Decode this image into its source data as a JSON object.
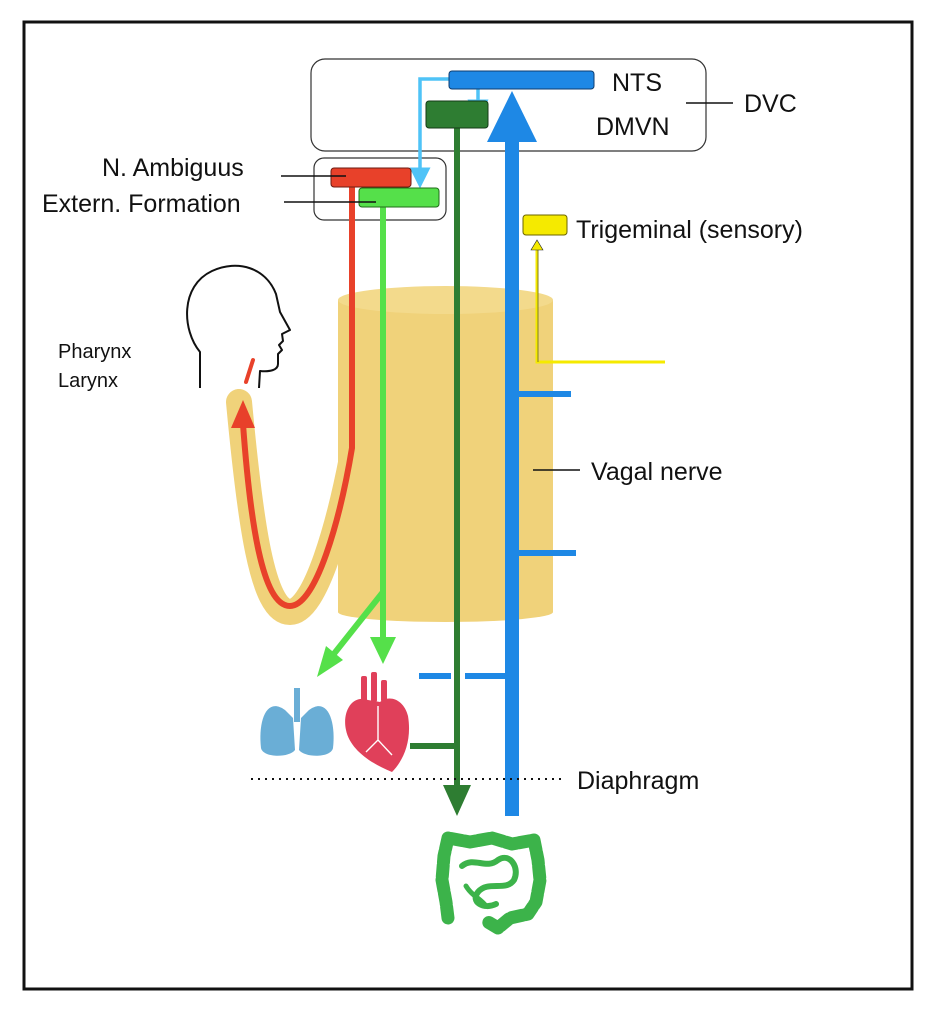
{
  "labels": {
    "nts": "NTS",
    "dmvn": "DMVN",
    "dvc": "DVC",
    "n_ambiguus": "N. Ambiguus",
    "extern_formation": "Extern. Formation",
    "trigeminal": "Trigeminal (sensory)",
    "pharynx": "Pharynx",
    "larynx": "Larynx",
    "vagal_nerve": "Vagal nerve",
    "diaphragm": "Diaphragm"
  },
  "colors": {
    "nts": "#1e88e5",
    "sensory_feedback": "#4fc3f7",
    "dmvn": "#2e7d32",
    "ambiguus": "#e8412a",
    "extern_formation": "#55e04a",
    "trigeminal": "#f5ea00",
    "vagal_nerve": "#f0d27a",
    "lungs": "#6aaed6",
    "heart": "#e0405a",
    "intestine": "#3cb34a",
    "frame": "#111111"
  },
  "icons": [
    "head-outline-icon",
    "lungs-icon",
    "heart-icon",
    "intestine-icon"
  ]
}
